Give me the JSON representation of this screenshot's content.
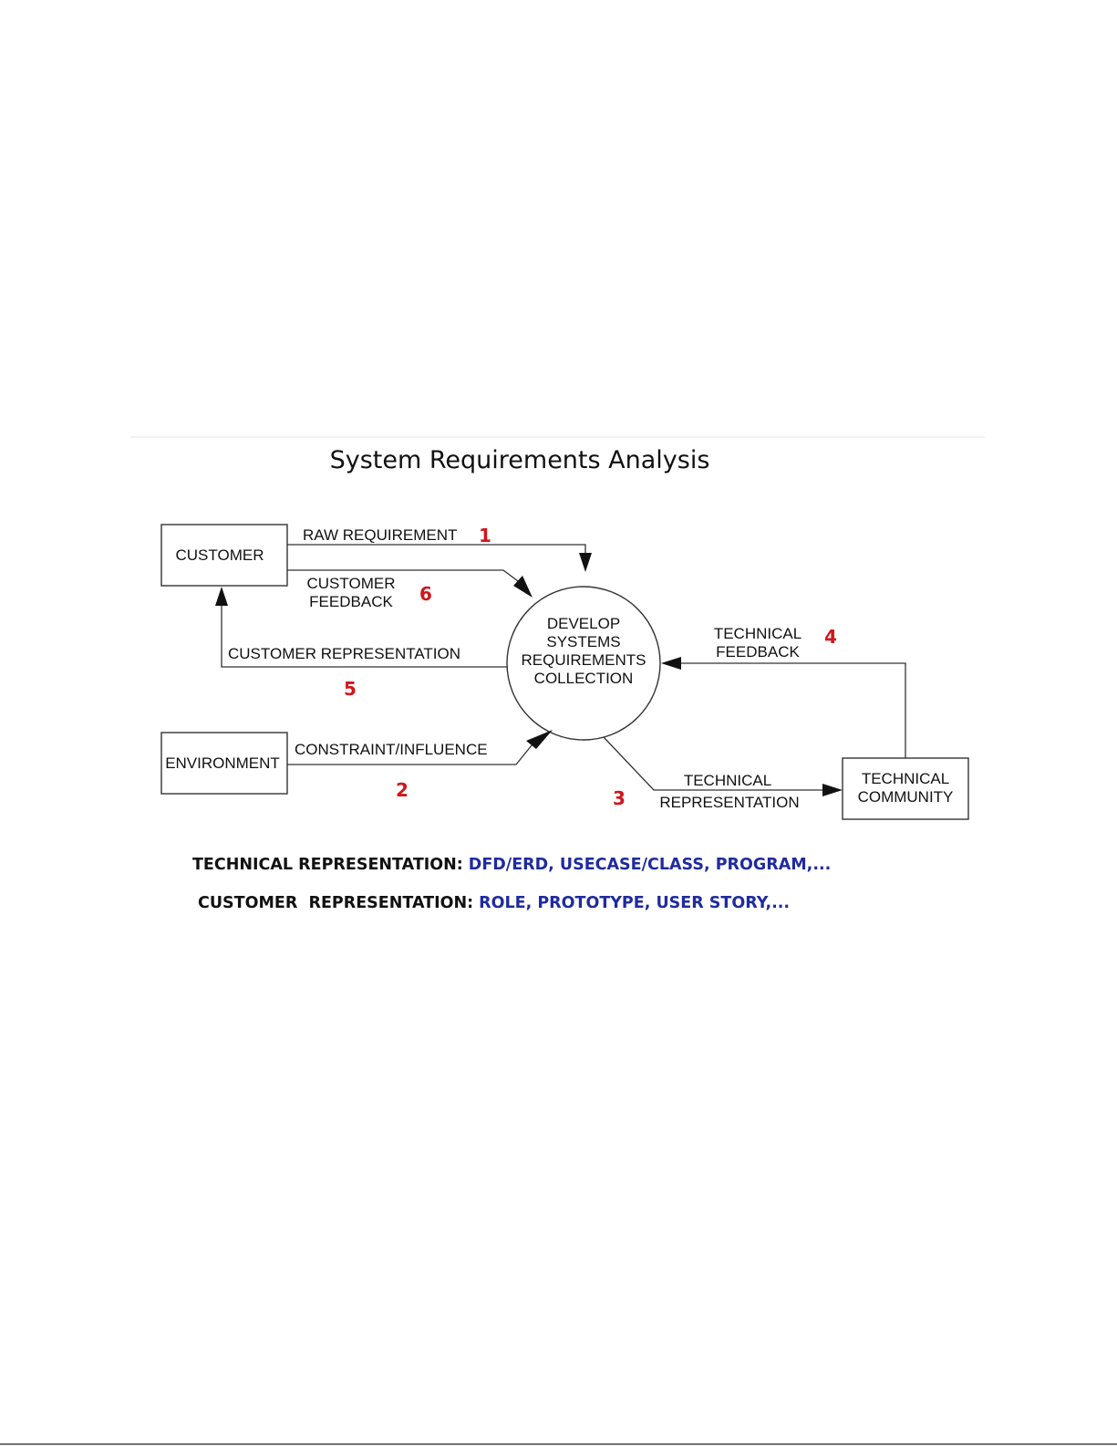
{
  "title": "System Requirements Analysis",
  "entities": {
    "customer": "CUSTOMER",
    "environment": "ENVIRONMENT",
    "technical_community": [
      "TECHNICAL",
      "COMMUNITY"
    ]
  },
  "process": [
    "DEVELOP",
    "SYSTEMS",
    "REQUIREMENTS",
    "COLLECTION"
  ],
  "flows": {
    "raw_requirement": {
      "label": [
        "RAW REQUIREMENT"
      ],
      "number": "1"
    },
    "constraint_influence": {
      "label": [
        "CONSTRAINT/INFLUENCE"
      ],
      "number": "2"
    },
    "technical_representation": {
      "label": [
        "TECHNICAL",
        "REPRESENTATION"
      ],
      "number": "3"
    },
    "technical_feedback": {
      "label": [
        "TECHNICAL",
        "FEEDBACK"
      ],
      "number": "4"
    },
    "customer_representation": {
      "label": [
        "CUSTOMER REPRESENTATION"
      ],
      "number": "5"
    },
    "customer_feedback": {
      "label": [
        "CUSTOMER",
        "FEEDBACK"
      ],
      "number": "6"
    }
  },
  "legend": [
    {
      "key": "TECHNICAL REPRESENTATION:",
      "value": "DFD/ERD, USECASE/CLASS, PROGRAM,..."
    },
    {
      "key": "CUSTOMER  REPRESENTATION:",
      "value": "ROLE, PROTOTYPE, USER STORY,..."
    }
  ],
  "colors": {
    "number": "#d0161c",
    "legend_value": "#1f2b9e",
    "line": "#333333"
  }
}
